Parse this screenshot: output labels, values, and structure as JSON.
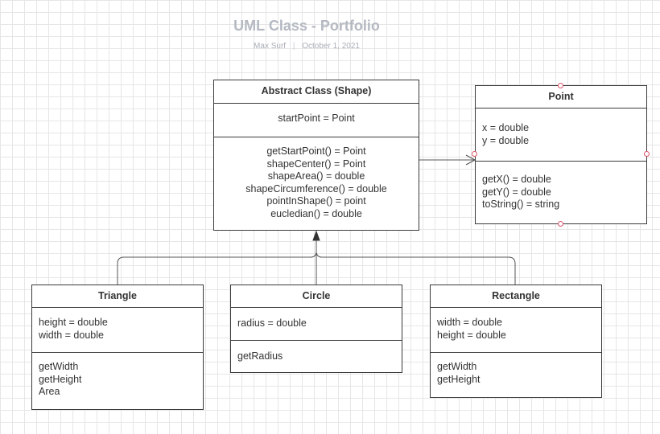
{
  "header": {
    "title": "UML Class - Portfolio",
    "author": "Max Surf",
    "separator": "|",
    "date": "October 1, 2021"
  },
  "classes": {
    "shape": {
      "name": "Abstract Class (Shape)",
      "attributes": [
        "startPoint = Point"
      ],
      "methods": [
        "getStartPoint() = Point",
        "shapeCenter() = Point",
        "shapeArea() = double",
        "shapeCircumference() = double",
        "pointInShape() = point",
        "eucledian() = double"
      ]
    },
    "point": {
      "name": "Point",
      "attributes": [
        "x = double",
        "y = double"
      ],
      "methods": [
        "getX() = double",
        "getY() = double",
        "toString() = string"
      ]
    },
    "triangle": {
      "name": "Triangle",
      "attributes": [
        "height = double",
        "width = double"
      ],
      "methods": [
        "getWidth",
        "getHeight",
        "Area"
      ]
    },
    "circle": {
      "name": "Circle",
      "attributes": [
        "radius = double"
      ],
      "methods": [
        "getRadius"
      ]
    },
    "rectangle": {
      "name": "Rectangle",
      "attributes": [
        "width = double",
        "height = double"
      ],
      "methods": [
        "getWidth",
        "getHeight"
      ]
    }
  },
  "colors": {
    "title": "#b4b9c2",
    "border": "#3a3a3a",
    "anchor": "#e0556a",
    "grid": "#e6e6e6"
  }
}
